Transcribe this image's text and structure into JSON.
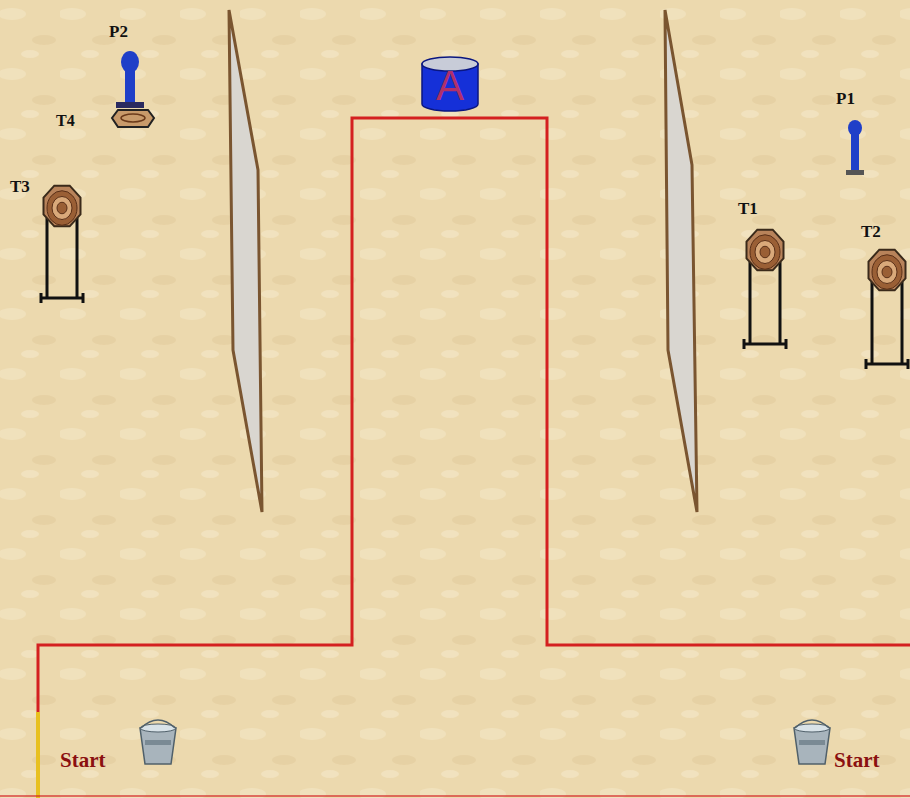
{
  "diagram": {
    "nodes": [
      {
        "text": [
          "A"
        ]
      }
    ],
    "labels": [
      "P2",
      "T4",
      "T3",
      "P1",
      "T1",
      "T2",
      "Start",
      "Start"
    ]
  }
}
